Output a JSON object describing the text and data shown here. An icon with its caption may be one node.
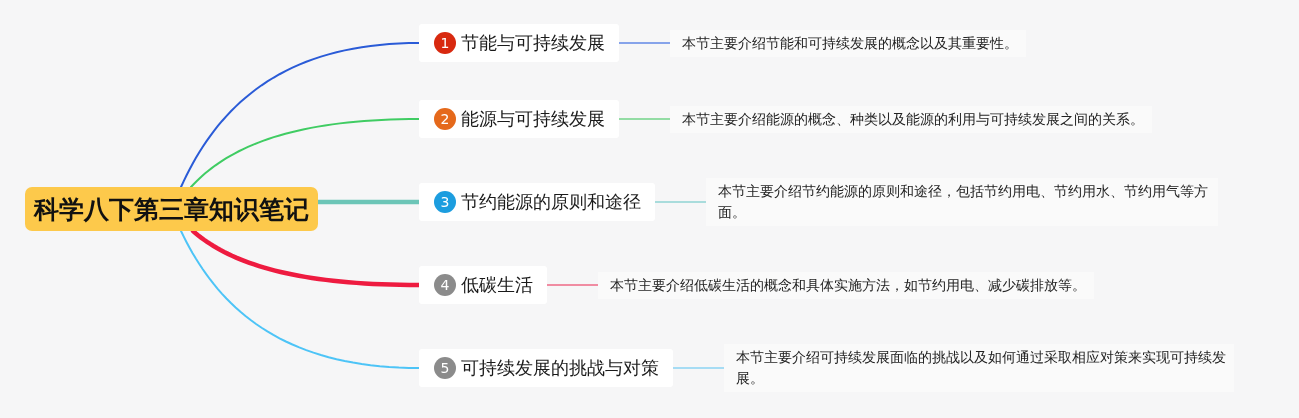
{
  "diagram": {
    "nodes": [
      {
        "text": [
          "科学八下第三章知识笔记"
        ]
      },
      {
        "text": [
          "1",
          "节能与可持续发展"
        ]
      },
      {
        "text": [
          "本节主要介绍节能和可持续发展的概念以及其重要性。"
        ]
      },
      {
        "text": [
          "2",
          "能源与可持续发展"
        ]
      },
      {
        "text": [
          "本节主要介绍能源的概念、种类以及能源的利用与可持续发展之间的关系。"
        ]
      },
      {
        "text": [
          "3",
          "节约能源的原则和途径"
        ]
      },
      {
        "text": [
          "本节主要介绍节约能源的原则和途径，包括节约用电、节约用水、节约用气等方面。"
        ]
      },
      {
        "text": [
          "4",
          "低碳生活"
        ]
      },
      {
        "text": [
          "本节主要介绍低碳生活的概念和具体实施方法，如节约用电、减少碳排放等。"
        ]
      },
      {
        "text": [
          "5",
          "可持续发展的挑战与对策"
        ]
      },
      {
        "text": [
          "本节主要介绍可持续发展面临的挑战以及如何通过采取相应对策来实现可持续发展。"
        ]
      }
    ],
    "edges": [
      {
        "from": 0,
        "to": 1,
        "arrow": "none",
        "color": "#2a5bd7"
      },
      {
        "from": 1,
        "to": 2,
        "arrow": "none",
        "color": "#86a3ea"
      },
      {
        "from": 0,
        "to": 3,
        "arrow": "none",
        "color": "#40cc63"
      },
      {
        "from": 3,
        "to": 4,
        "arrow": "none",
        "color": "#93dca4"
      },
      {
        "from": 0,
        "to": 5,
        "arrow": "none",
        "style": "thick",
        "color": "#6cc5b7"
      },
      {
        "from": 5,
        "to": 6,
        "arrow": "none",
        "color": "#a9dcdc"
      },
      {
        "from": 0,
        "to": 7,
        "arrow": "none",
        "style": "thick",
        "color": "#ee1b40"
      },
      {
        "from": 7,
        "to": 8,
        "arrow": "none",
        "color": "#f08ca2"
      },
      {
        "from": 0,
        "to": 9,
        "arrow": "none",
        "color": "#4dc4f7"
      },
      {
        "from": 9,
        "to": 10,
        "arrow": "none",
        "color": "#a6dcf4"
      }
    ]
  }
}
